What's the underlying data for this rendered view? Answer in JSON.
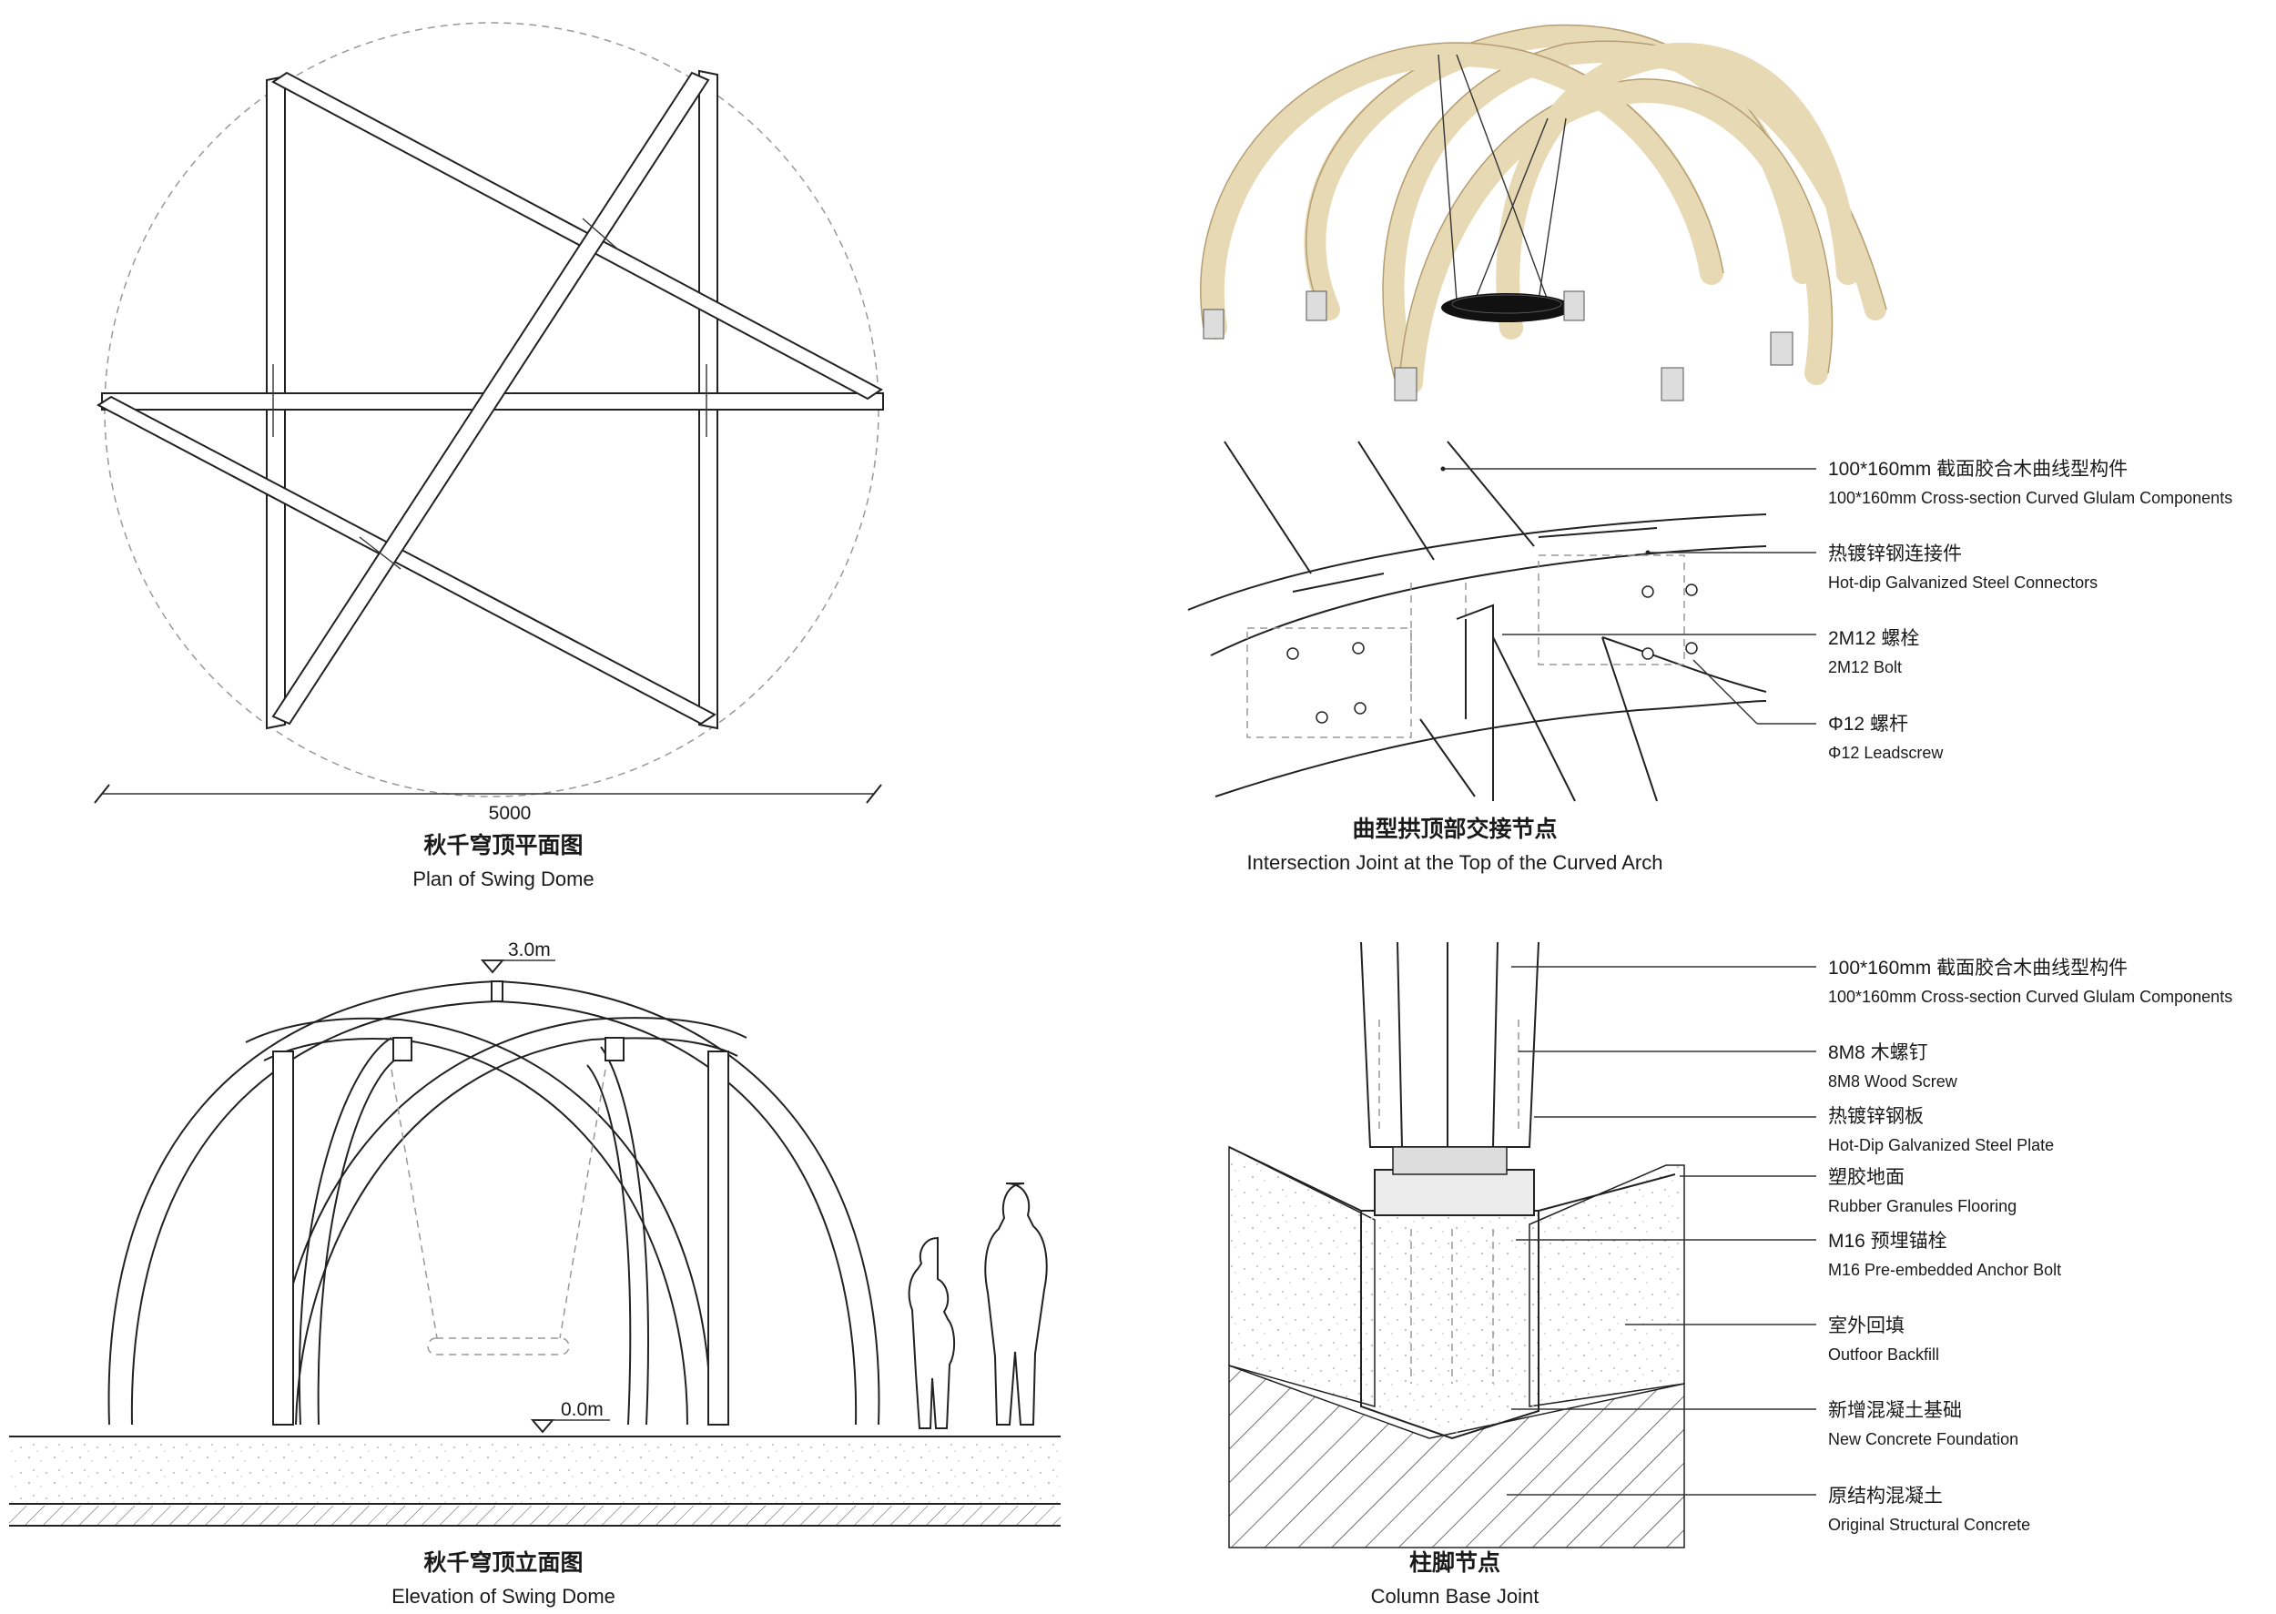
{
  "panels": {
    "plan": {
      "dimension": "5000",
      "caption_cn": "秋千穹顶平面图",
      "caption_en": "Plan of Swing Dome"
    },
    "top_joint": {
      "caption_cn": "曲型拱顶部交接节点",
      "caption_en": "Intersection Joint at the Top of the Curved Arch",
      "labels": [
        {
          "cn": "100*160mm 截面胶合木曲线型构件",
          "en": "100*160mm Cross-section Curved Glulam Components"
        },
        {
          "cn": "热镀锌钢连接件",
          "en": "Hot-dip Galvanized Steel Connectors"
        },
        {
          "cn": "2M12 螺栓",
          "en": "2M12 Bolt"
        },
        {
          "cn": "Φ12 螺杆",
          "en": "Φ12 Leadscrew"
        }
      ]
    },
    "elevation": {
      "top_level": "3.0m",
      "ground_level": "0.0m",
      "caption_cn": "秋千穹顶立面图",
      "caption_en": "Elevation of Swing Dome"
    },
    "column_base": {
      "caption_cn": "柱脚节点",
      "caption_en": "Column Base Joint",
      "labels": [
        {
          "cn": "100*160mm 截面胶合木曲线型构件",
          "en": "100*160mm Cross-section Curved Glulam Components"
        },
        {
          "cn": "8M8 木螺钉",
          "en": "8M8 Wood Screw"
        },
        {
          "cn": "热镀锌钢板",
          "en": "Hot-Dip Galvanized Steel Plate"
        },
        {
          "cn": "塑胶地面",
          "en": "Rubber Granules Flooring"
        },
        {
          "cn": "M16 预埋锚栓",
          "en": "M16 Pre-embedded Anchor Bolt"
        },
        {
          "cn": "室外回填",
          "en": "Outfoor Backfill"
        },
        {
          "cn": "新增混凝土基础",
          "en": "New Concrete Foundation"
        },
        {
          "cn": "原结构混凝土",
          "en": "Original Structural Concrete"
        }
      ]
    }
  },
  "colors": {
    "line": "#222222",
    "glulam": "#e8d9b5",
    "glulam_edge": "#b59e72",
    "dashed_circle": "#999999",
    "swing_net": "#111111"
  }
}
